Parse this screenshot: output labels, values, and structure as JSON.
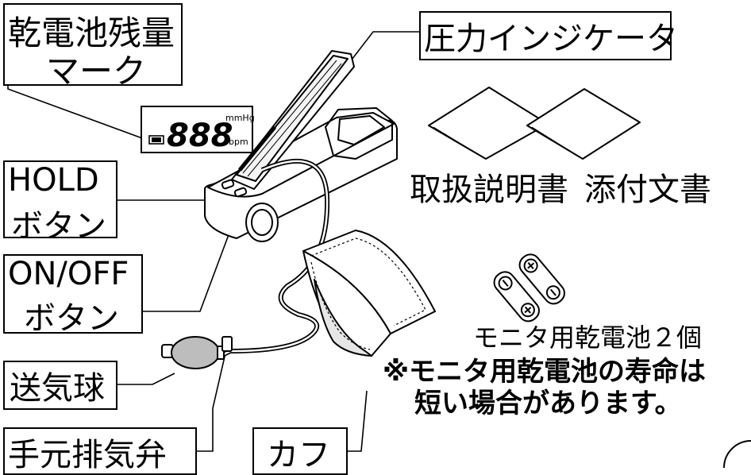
{
  "labels": {
    "battery_mark": [
      "乾電池残量",
      "マーク"
    ],
    "pressure_indicator": "圧力インジケータ",
    "hold_button": [
      "HOLD",
      "ボタン"
    ],
    "onoff_button": [
      "ON/OFF",
      "ボタン"
    ],
    "bulb": "送気球",
    "release_valve": "手元排気弁",
    "cuff": "カフ",
    "manual": "取扱説明書",
    "package_insert": "添付文書",
    "batteries": "モニタ用乾電池２個",
    "note": [
      "※モニタ用乾電池の寿命は",
      "短い場合があります。"
    ]
  },
  "display": {
    "digits": "888",
    "unit_pressure": "mmHg",
    "unit_pulse": "bpm"
  }
}
